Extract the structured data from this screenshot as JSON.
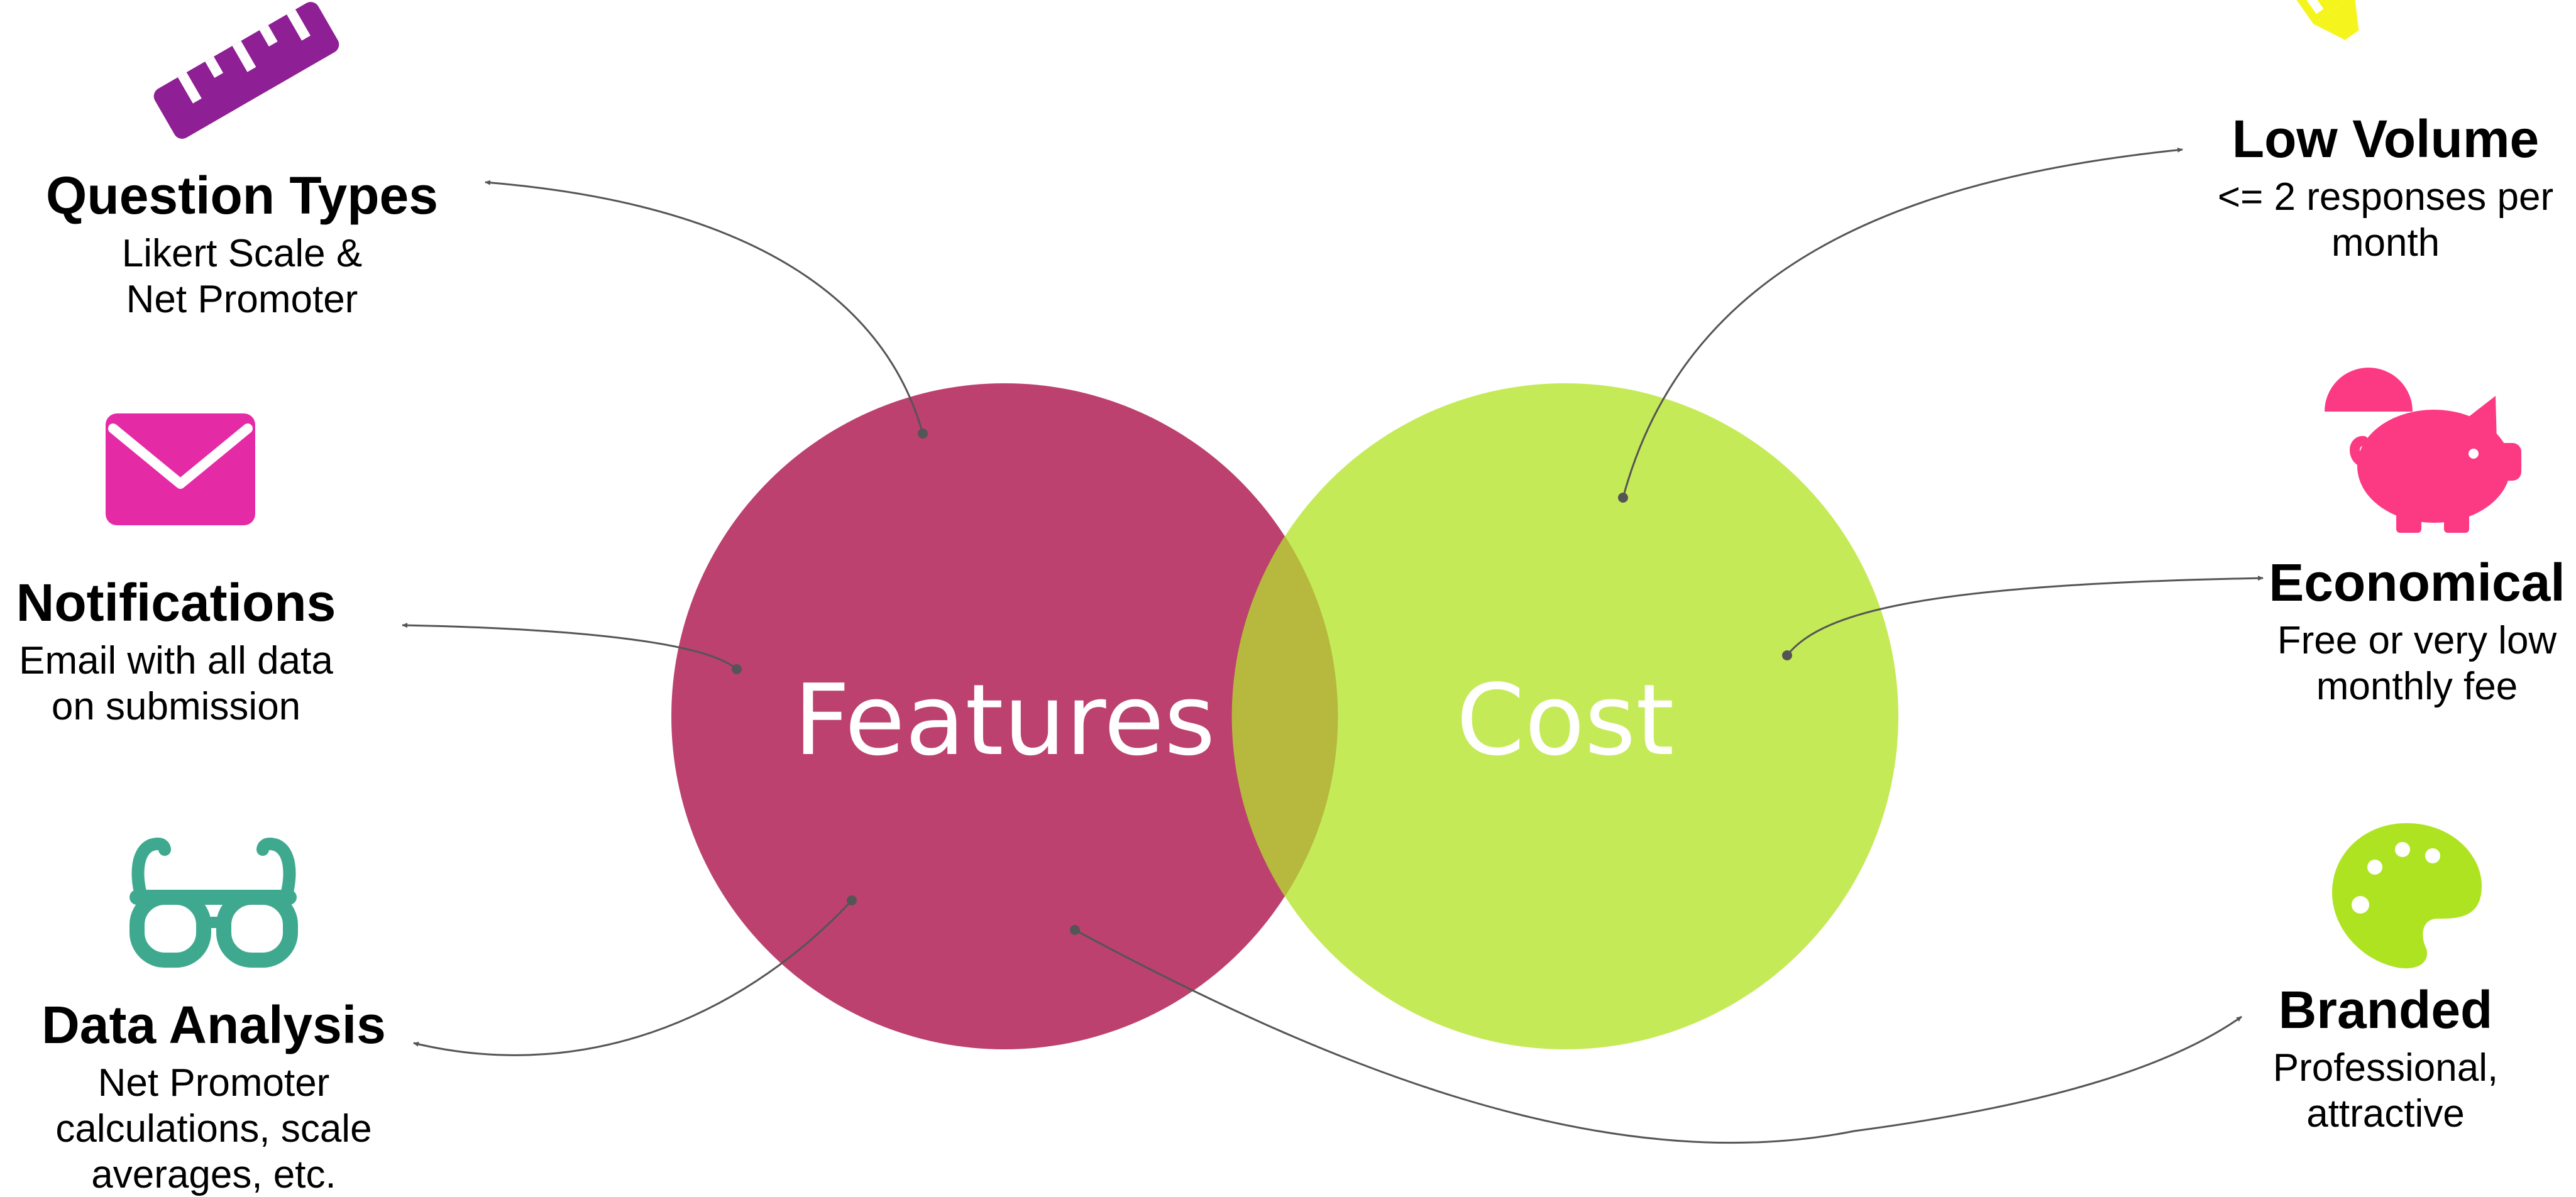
{
  "venn": {
    "left_label": "Features",
    "right_label": "Cost",
    "left_color": "#bc416e",
    "right_color": "#c5ea58",
    "overlap_color": "#b6b93d"
  },
  "features": [
    {
      "title": "Question Types",
      "description": "Likert Scale &\nNet Promoter",
      "icon": "ruler-icon",
      "icon_color": "#8e1f94"
    },
    {
      "title": "Notifications",
      "description": "Email with all data\non submission",
      "icon": "envelope-icon",
      "icon_color": "#e52aa6"
    },
    {
      "title": "Data Analysis",
      "description": "Net Promoter\ncalculations, scale\naverages, etc.",
      "icon": "glasses-icon",
      "icon_color": "#3fa98f"
    }
  ],
  "costs": [
    {
      "title": "Low Volume",
      "description": "<= 2 responses per\nmonth",
      "icon": "pencil-icon",
      "icon_color": "#f5f51d"
    },
    {
      "title": "Economical",
      "description": "Free or very low\nmonthly fee",
      "icon": "piggy-bank-icon",
      "icon_color": "#fc3a83"
    },
    {
      "title": "Branded",
      "description": "Professional,\nattractive",
      "icon": "palette-icon",
      "icon_color": "#aee321"
    }
  ],
  "connector_color": "#555555"
}
